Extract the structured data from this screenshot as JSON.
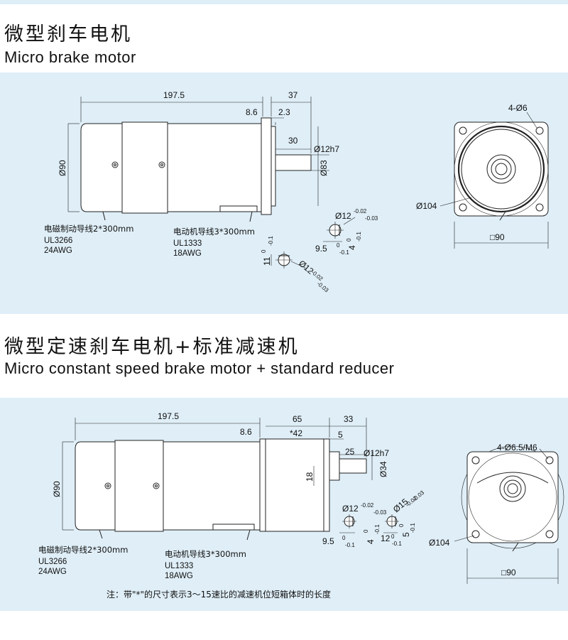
{
  "section1": {
    "title_cn": "微型刹车电机",
    "title_en": "Micro brake motor",
    "dims": {
      "total_length": "197.5",
      "flange": "8.6",
      "flange2": "2.3",
      "shaft_total": "37",
      "shaft_len": "30",
      "shaft_dia": "Ø12h7",
      "pilot_dia": "Ø83",
      "body_dia": "Ø90",
      "holes": "4-Ø6",
      "pcd": "Ø104",
      "square": "□90",
      "key_dia": "Ø12",
      "key_dia_tol_upper": "-0.02",
      "key_dia_tol_lower": "-0.03",
      "key_flat": "9.5",
      "key_flat_tol_upper": "0",
      "key_flat_tol_lower": "-0.1",
      "key_width": "4",
      "key_width_tol_upper": "0",
      "key_width_tol_lower": "-0.1",
      "key2_depth": "11",
      "key2_depth_tol_upper": "0",
      "key2_depth_tol_lower": "-0.1",
      "key2_dia": "Ø12",
      "key2_dia_tol_upper": "-0.02",
      "key2_dia_tol_lower": "-0.03"
    },
    "brake_wire": {
      "cn": "电磁制动导线2*300mm",
      "ul": "UL3266",
      "awg": "24AWG"
    },
    "motor_wire": {
      "cn": "电动机导线3*300mm",
      "ul": "UL1333",
      "awg": "18AWG"
    }
  },
  "section2": {
    "title_cn": "微型定速刹车电机+标准减速机",
    "title_en": "Micro constant speed brake motor + standard reducer",
    "dims": {
      "total_length": "197.5",
      "flange": "8.6",
      "gearbox": "65",
      "gearbox_star": "*42",
      "shaft_total": "33",
      "shaft_step": "5",
      "shaft_len": "25",
      "shaft_dia": "Ø12h7",
      "hub_dia": "Ø34",
      "offset": "18",
      "body_dia": "Ø90",
      "holes": "4-Ø6.5/M6",
      "pcd": "Ø104",
      "square": "□90",
      "key_dia": "Ø12",
      "key_dia_tol_upper": "-0.02",
      "key_dia_tol_lower": "-0.03",
      "key_flat": "9.5",
      "key_flat_tol_upper": "0",
      "key_flat_tol_lower": "-0.1",
      "key_width": "4",
      "key_width_tol_upper": "0",
      "key_width_tol_lower": "-0.1",
      "key15_dia": "Ø15",
      "key15_dia_tol_upper": "-0.02",
      "key15_dia_tol_lower": "-0.03",
      "key15_flat": "12",
      "key15_flat_tol_upper": "0",
      "key15_flat_tol_lower": "-0.1",
      "key15_width": "5",
      "key15_width_tol_upper": "0",
      "key15_width_tol_lower": "-0.1"
    },
    "brake_wire": {
      "cn": "电磁制动导线2*300mm",
      "ul": "UL3266",
      "awg": "24AWG"
    },
    "motor_wire": {
      "cn": "电动机导线3*300mm",
      "ul": "UL1333",
      "awg": "18AWG"
    },
    "note": "注：带\"*\"的尺寸表示3～15速比的减速机位短箱体时的长度"
  },
  "colors": {
    "panel_bg": "#dfeef7",
    "line": "#222222",
    "face": "#ffffff"
  }
}
